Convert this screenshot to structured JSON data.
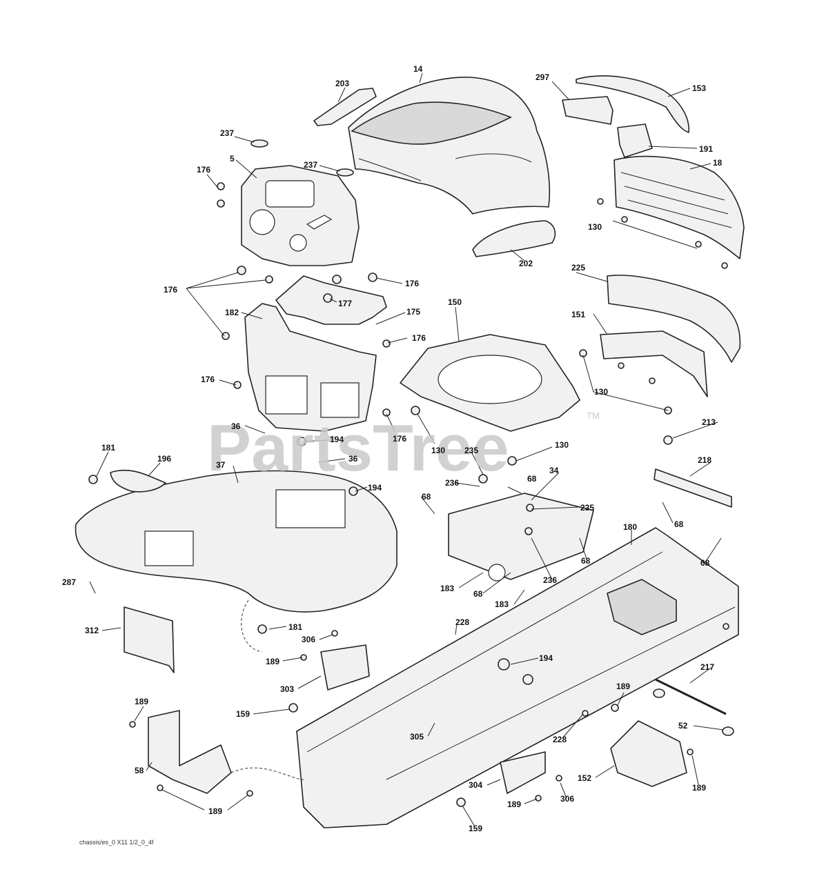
{
  "watermark": {
    "brand": "PartsTree",
    "trademark": "TM"
  },
  "footer_code": "chassis/es_0 X11 1/2_0_4f",
  "labels": [
    {
      "id": "l14",
      "text": "14"
    },
    {
      "id": "l203",
      "text": "203"
    },
    {
      "id": "l297",
      "text": "297"
    },
    {
      "id": "l153",
      "text": "153"
    },
    {
      "id": "l237a",
      "text": "237"
    },
    {
      "id": "l191",
      "text": "191"
    },
    {
      "id": "l5",
      "text": "5"
    },
    {
      "id": "l237b",
      "text": "237"
    },
    {
      "id": "l176a",
      "text": "176"
    },
    {
      "id": "l18",
      "text": "18"
    },
    {
      "id": "l130a",
      "text": "130"
    },
    {
      "id": "l202",
      "text": "202"
    },
    {
      "id": "l225",
      "text": "225"
    },
    {
      "id": "l176b",
      "text": "176"
    },
    {
      "id": "l176c",
      "text": "176"
    },
    {
      "id": "l177",
      "text": "177"
    },
    {
      "id": "l182",
      "text": "182"
    },
    {
      "id": "l175",
      "text": "175"
    },
    {
      "id": "l150",
      "text": "150"
    },
    {
      "id": "l151",
      "text": "151"
    },
    {
      "id": "l176d",
      "text": "176"
    },
    {
      "id": "l176e",
      "text": "176"
    },
    {
      "id": "l130b",
      "text": "130"
    },
    {
      "id": "l176f",
      "text": "176"
    },
    {
      "id": "l130c",
      "text": "130"
    },
    {
      "id": "l36a",
      "text": "36"
    },
    {
      "id": "l194a",
      "text": "194"
    },
    {
      "id": "l213",
      "text": "213"
    },
    {
      "id": "l181a",
      "text": "181"
    },
    {
      "id": "l196",
      "text": "196"
    },
    {
      "id": "l37",
      "text": "37"
    },
    {
      "id": "l36b",
      "text": "36"
    },
    {
      "id": "l130d",
      "text": "130"
    },
    {
      "id": "l235a",
      "text": "235"
    },
    {
      "id": "l218",
      "text": "218"
    },
    {
      "id": "l34",
      "text": "34"
    },
    {
      "id": "l194b",
      "text": "194"
    },
    {
      "id": "l236a",
      "text": "236"
    },
    {
      "id": "l68a",
      "text": "68"
    },
    {
      "id": "l68b",
      "text": "68"
    },
    {
      "id": "l235b",
      "text": "235"
    },
    {
      "id": "l68c",
      "text": "68"
    },
    {
      "id": "l180",
      "text": "180"
    },
    {
      "id": "l68d",
      "text": "68"
    },
    {
      "id": "l68e",
      "text": "68"
    },
    {
      "id": "l287",
      "text": "287"
    },
    {
      "id": "l236b",
      "text": "236"
    },
    {
      "id": "l183a",
      "text": "183"
    },
    {
      "id": "l68f",
      "text": "68"
    },
    {
      "id": "l183b",
      "text": "183"
    },
    {
      "id": "l312",
      "text": "312"
    },
    {
      "id": "l181b",
      "text": "181"
    },
    {
      "id": "l228a",
      "text": "228"
    },
    {
      "id": "l306a",
      "text": "306"
    },
    {
      "id": "l189a",
      "text": "189"
    },
    {
      "id": "l194c",
      "text": "194"
    },
    {
      "id": "l303",
      "text": "303"
    },
    {
      "id": "l217",
      "text": "217"
    },
    {
      "id": "l189b",
      "text": "189"
    },
    {
      "id": "l189c",
      "text": "189"
    },
    {
      "id": "l159a",
      "text": "159"
    },
    {
      "id": "l52",
      "text": "52"
    },
    {
      "id": "l305",
      "text": "305"
    },
    {
      "id": "l228b",
      "text": "228"
    },
    {
      "id": "l58",
      "text": "58"
    },
    {
      "id": "l304",
      "text": "304"
    },
    {
      "id": "l152",
      "text": "152"
    },
    {
      "id": "l189d",
      "text": "189"
    },
    {
      "id": "l189e",
      "text": "189"
    },
    {
      "id": "l306b",
      "text": "306"
    },
    {
      "id": "l189f",
      "text": "189"
    },
    {
      "id": "l159b",
      "text": "159"
    }
  ]
}
